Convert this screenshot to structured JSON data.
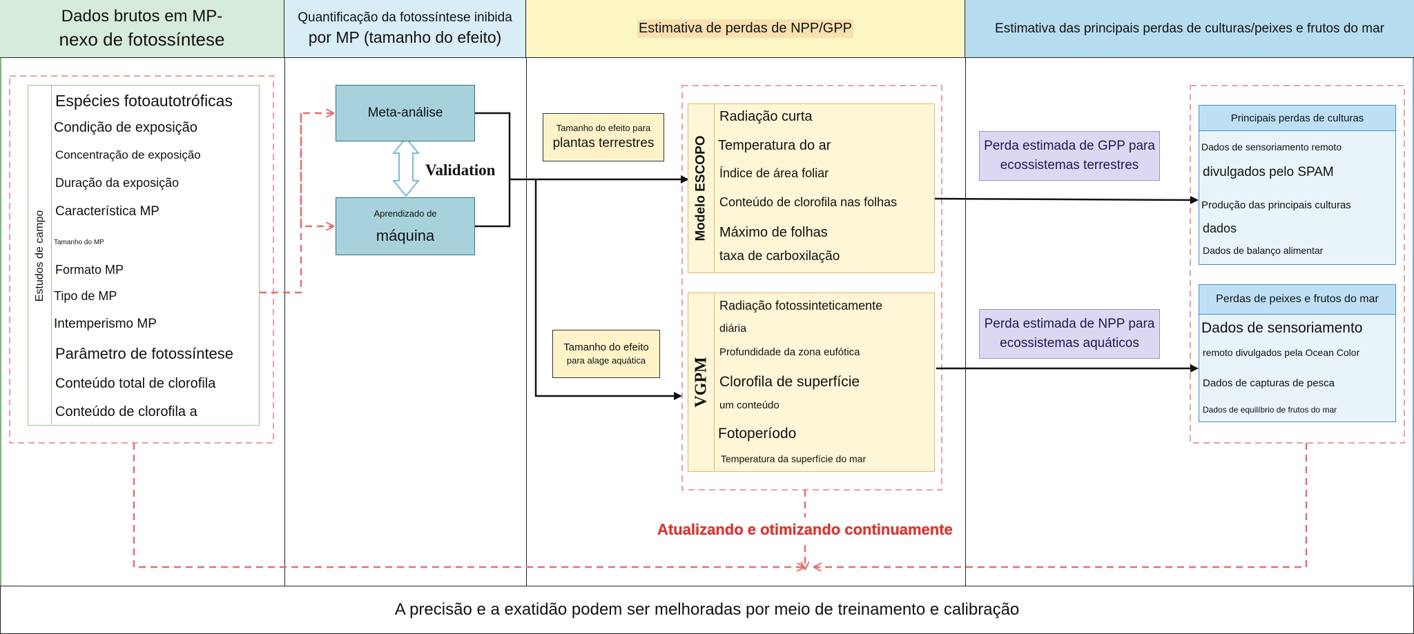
{
  "headers": {
    "col1_line1": "Dados brutos em MP-",
    "col1_line2": "nexo de fotossíntese",
    "col2_line1": "Quantificação da fotossíntese inibida",
    "col2_line2": "por MP (tamanho do efeito)",
    "col3": "Estimativa de perdas de NPP/GPP",
    "col4": "Estimativa das principais perdas de culturas/peixes e frutos do mar"
  },
  "field_studies": {
    "vertical_label": "Estudos de campo",
    "items": [
      "Espécies fotoautotróficas",
      "Condição de exposição",
      "Concentração de exposição",
      "Duração da exposição",
      "Característica MP",
      "Tamanho do MP",
      "Formato MP",
      "Tipo de MP",
      "Intemperismo MP",
      "Parâmetro de fotossíntese",
      "Conteúdo total de clorofila",
      "Conteúdo de clorofila a"
    ]
  },
  "quantification": {
    "meta_analysis": "Meta-análise",
    "ml_line1": "Aprendizado de",
    "ml_line2": "máquina",
    "validation": "Validation"
  },
  "effect_tags": {
    "terrestrial_line1": "Tamanho do efeito para",
    "terrestrial_line2": "plantas terrestres",
    "aquatic_line1": "Tamanho do efeito",
    "aquatic_line2": "para alage aquática"
  },
  "scope_model": {
    "label": "Modelo ESCOPO",
    "items": [
      "Radiação curta",
      "Temperatura do ar",
      "Índice de área foliar",
      "Conteúdo de clorofila nas folhas",
      "Máximo de folhas",
      "taxa de carboxilação"
    ]
  },
  "vgpm_model": {
    "label": "VGPM",
    "items": [
      "Radiação fotossinteticamente",
      "diária",
      "Profundidade da zona eufótica",
      "Clorofila de superfície",
      "um conteúdo",
      "Fotoperíodo",
      "Temperatura da superfície do mar"
    ]
  },
  "loss_estimates": {
    "gpp_line1": "Perda estimada de GPP para",
    "gpp_line2": "ecossistemas terrestres",
    "npp_line1": "Perda estimada de NPP para",
    "npp_line2": "ecossistemas aquáticos"
  },
  "crops": {
    "title": "Principais perdas de culturas",
    "items": [
      "Dados de sensoriamento remoto",
      "divulgados pelo SPAM",
      "Produção das principais culturas",
      "dados",
      "Dados de balanço alimentar"
    ]
  },
  "fish": {
    "title": "Perdas de peixes e frutos do mar",
    "items": [
      "Dados de sensoriamento",
      "remoto divulgados pela Ocean Color",
      "Dados de capturas de pesca",
      "Dados de equilíbrio de frutos do mar"
    ]
  },
  "update_label": "Atualizando e otimizando continuamente",
  "footer": "A precisão e a exatidão podem ser melhoradas por meio de treinamento e calibração",
  "colors": {
    "header_green": "#d7ebdc",
    "header_blue_light": "#d9edf7",
    "header_yellow": "#fcf5c4",
    "header_blue": "#b6dcf0",
    "dashed_red": "#e07070",
    "update_red": "#e0302c"
  }
}
